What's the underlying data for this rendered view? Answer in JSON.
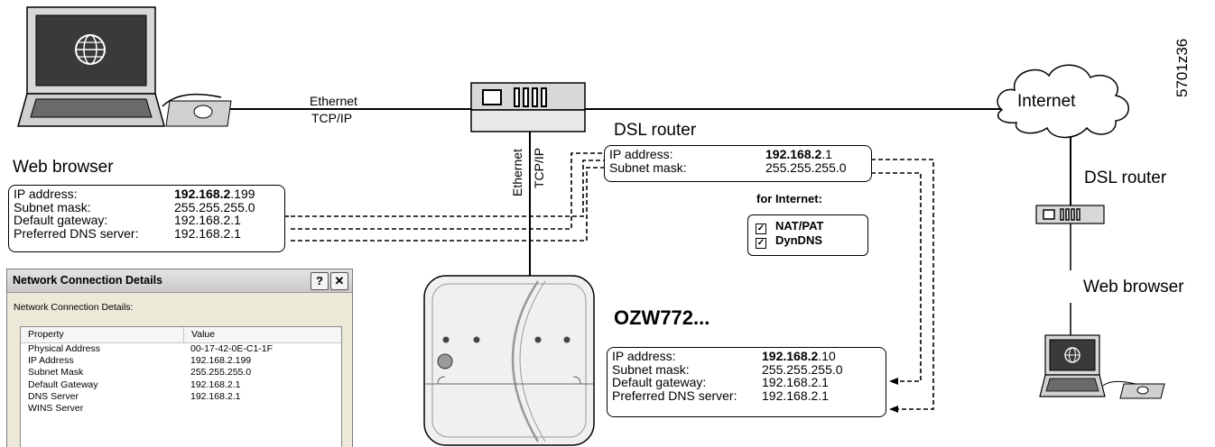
{
  "figure_code": "5701z36",
  "links": {
    "ethernet_h": "Ethernet",
    "tcpip_h": "TCP/IP",
    "ethernet_v": "Ethernet",
    "tcpip_v": "TCP/IP"
  },
  "internet_label": "Internet",
  "dsl_router_label": "DSL router",
  "dsl_router_label_remote": "DSL router",
  "web_browser_label": "Web browser",
  "web_browser_label_remote": "Web browser",
  "device_label": "OZW772...",
  "pc_box": {
    "ip_key": "IP address:",
    "ip_bold": "192.168.2",
    "ip_rest": ".199",
    "mask_key": "Subnet mask:",
    "mask_val": "255.255.255.0",
    "gw_key": "Default gateway:",
    "gw_val": "192.168.2.1",
    "dns_key": "Preferred DNS server:",
    "dns_val": "192.168.2.1"
  },
  "router_box": {
    "ip_key": "IP address:",
    "ip_bold": "192.168.2",
    "ip_rest": ".1",
    "mask_key": "Subnet mask:",
    "mask_val": "255.255.255.0"
  },
  "internet_features": {
    "title": "for Internet:",
    "items": [
      "NAT/PAT",
      "DynDNS"
    ]
  },
  "device_box": {
    "ip_key": "IP address:",
    "ip_bold": "192.168.2",
    "ip_rest": ".10",
    "mask_key": "Subnet mask:",
    "mask_val": "255.255.255.0",
    "gw_key": "Default gateway:",
    "gw_val": "192.168.2.1",
    "dns_key": "Preferred DNS server:",
    "dns_val": "192.168.2.1"
  },
  "dialog": {
    "title": "Network Connection Details",
    "help_btn": "?",
    "close_btn": "✕",
    "subtitle": "Network Connection Details:",
    "col_property": "Property",
    "col_value": "Value",
    "rows": [
      {
        "property": "Physical Address",
        "value": "00-17-42-0E-C1-1F"
      },
      {
        "property": "IP Address",
        "value": "192.168.2.199"
      },
      {
        "property": "Subnet Mask",
        "value": "255.255.255.0"
      },
      {
        "property": "Default Gateway",
        "value": "192.168.2.1"
      },
      {
        "property": "DNS Server",
        "value": "192.168.2.1"
      },
      {
        "property": "WINS Server",
        "value": ""
      }
    ]
  }
}
